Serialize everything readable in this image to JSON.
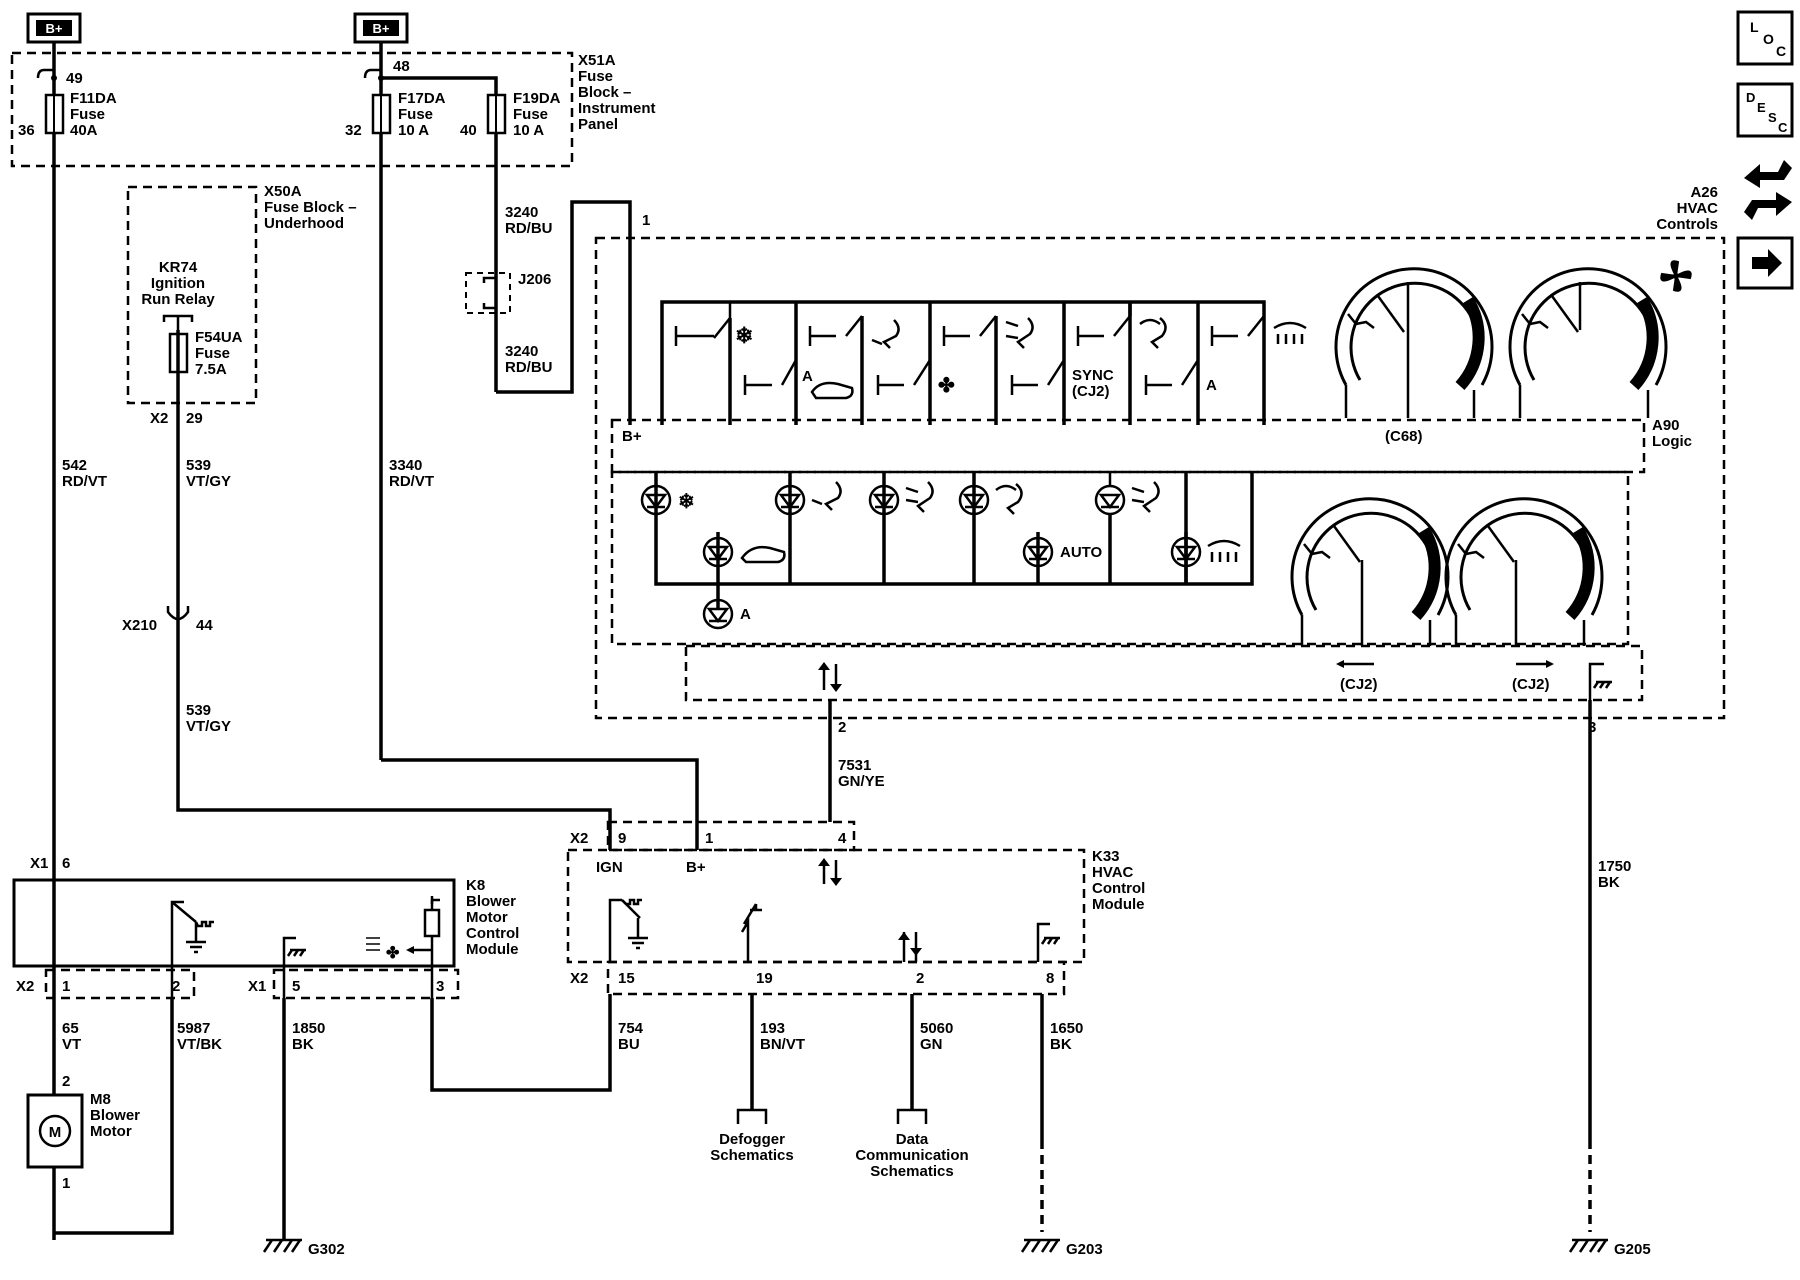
{
  "power_sources": {
    "left": "B+",
    "middle": "B+"
  },
  "x51a": {
    "title": [
      "X51A",
      "Fuse",
      "Block –",
      "Instrument",
      "Panel"
    ],
    "f11da": {
      "name": "F11DA",
      "word": "Fuse",
      "rating": "40A",
      "pin_in": "49",
      "pin_out": "36"
    },
    "f17da": {
      "name": "F17DA",
      "word": "Fuse",
      "rating": "10 A",
      "pin_in": "48",
      "pin_out": "32"
    },
    "f19da": {
      "name": "F19DA",
      "word": "Fuse",
      "rating": "10 A",
      "pin_out": "40"
    }
  },
  "x50a": {
    "title": [
      "X50A",
      "Fuse Block –",
      "Underhood"
    ],
    "relay": [
      "KR74",
      "Ignition",
      "Run Relay"
    ],
    "fuse": [
      "F54UA",
      "Fuse",
      "7.5A"
    ],
    "connector": "X2",
    "pin": "29"
  },
  "wires": {
    "w542": [
      "542",
      "RD/VT"
    ],
    "w539a": [
      "539",
      "VT/GY"
    ],
    "w539b": [
      "539",
      "VT/GY"
    ],
    "w3340": [
      "3340",
      "RD/VT"
    ],
    "w3240a": [
      "3240",
      "RD/BU"
    ],
    "w3240b": [
      "3240",
      "RD/BU"
    ],
    "w7531": [
      "7531",
      "GN/YE"
    ],
    "w1750": [
      "1750",
      "BK"
    ],
    "w65": [
      "65",
      "VT"
    ],
    "w5987": [
      "5987",
      "VT/BK"
    ],
    "w1850": [
      "1850",
      "BK"
    ],
    "w754": [
      "754",
      "BU"
    ],
    "w193": [
      "193",
      "BN/VT"
    ],
    "w5060": [
      "5060",
      "GN"
    ],
    "w1650": [
      "1650",
      "BK"
    ]
  },
  "splice": {
    "name": "J206"
  },
  "inline_conn": {
    "name": "X210",
    "pin": "44"
  },
  "a26": {
    "title": [
      "A26",
      "HVAC",
      "Controls"
    ],
    "pin1": "1",
    "pin2": "2",
    "pin3": "3",
    "logic": [
      "A90",
      "Logic"
    ],
    "bplus": "B+",
    "c68": "(C68)",
    "sync": [
      "SYNC",
      "(CJ2)"
    ],
    "a": "A",
    "auto": "AUTO",
    "cj2_left": "(CJ2)",
    "cj2_right": "(CJ2)"
  },
  "k8": {
    "title": [
      "K8",
      "Blower",
      "Motor",
      "Control",
      "Module"
    ],
    "x1": "X1",
    "x1_pin": "6",
    "x2": "X2",
    "pin1": "1",
    "pin2": "2",
    "x1b": "X1",
    "pin5": "5",
    "pin3": "3"
  },
  "k33": {
    "title": [
      "K33",
      "HVAC",
      "Control",
      "Module"
    ],
    "x2_top": "X2",
    "pin9": "9",
    "pin1": "1",
    "pin4": "4",
    "ign": "IGN",
    "bplus": "B+",
    "x2_bot": "X2",
    "pin15": "15",
    "pin19": "19",
    "pin2": "2",
    "pin8": "8"
  },
  "m8": {
    "title": [
      "M8",
      "Blower",
      "Motor"
    ],
    "symbol": "M",
    "pin2": "2",
    "pin1": "1"
  },
  "grounds": {
    "g302": "G302",
    "g203": "G203",
    "g205": "G205"
  },
  "refs": {
    "defogger": [
      "Defogger",
      "Schematics"
    ],
    "data": [
      "Data",
      "Communication",
      "Schematics"
    ]
  },
  "nav": {
    "loc": [
      "L",
      "O",
      "C"
    ],
    "desc": [
      "D",
      "E",
      "S",
      "C"
    ]
  }
}
